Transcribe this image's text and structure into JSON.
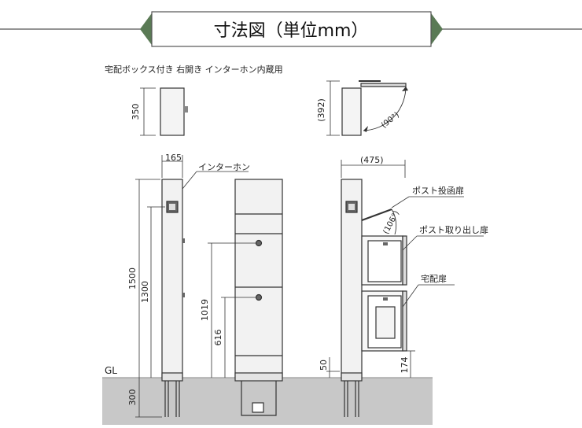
{
  "header": {
    "title": "寸法図（単位mm）",
    "ribbon_color": "#5a7a55"
  },
  "caption": "宅配ボックス付き 右開き インターホン内蔵用",
  "labels": {
    "intercom": "インターホン",
    "post_slot_door": "ポスト投函扉",
    "post_takeout_door": "ポスト取り出し扉",
    "delivery_box_door": "宅配扉",
    "gl": "GL"
  },
  "dimensions": {
    "box_height": "350",
    "box_open_height": "(392)",
    "box_open_angle": "(90°)",
    "width": "165",
    "depth_open": "(475)",
    "post_angle": "(106°)",
    "total_height": "1500",
    "intercom_height": "1300",
    "upper_lock_height": "1019",
    "lower_lock_height": "616",
    "plinth_height": "50",
    "box_bottom_height": "174",
    "embed_depth": "300"
  },
  "colors": {
    "line": "#333333",
    "ground": "#c8c8c8",
    "ground_edge": "#888888"
  }
}
